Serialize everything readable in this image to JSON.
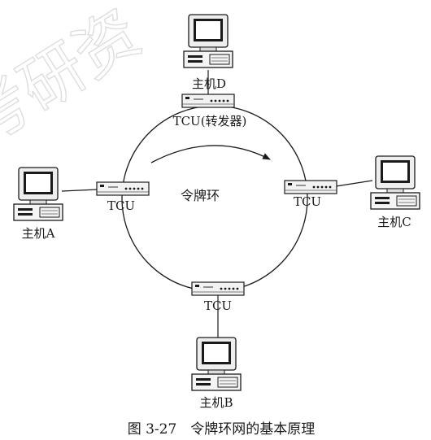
{
  "watermark": "考研资",
  "ring": {
    "label": "令牌环"
  },
  "units": {
    "top": "TCU(转发器)",
    "left": "TCU",
    "right": "TCU",
    "bottom": "TCU"
  },
  "hosts": {
    "d": "主机D",
    "a": "主机A",
    "c": "主机C",
    "b": "主机B"
  },
  "caption": "图 3-27　令牌环网的基本原理"
}
